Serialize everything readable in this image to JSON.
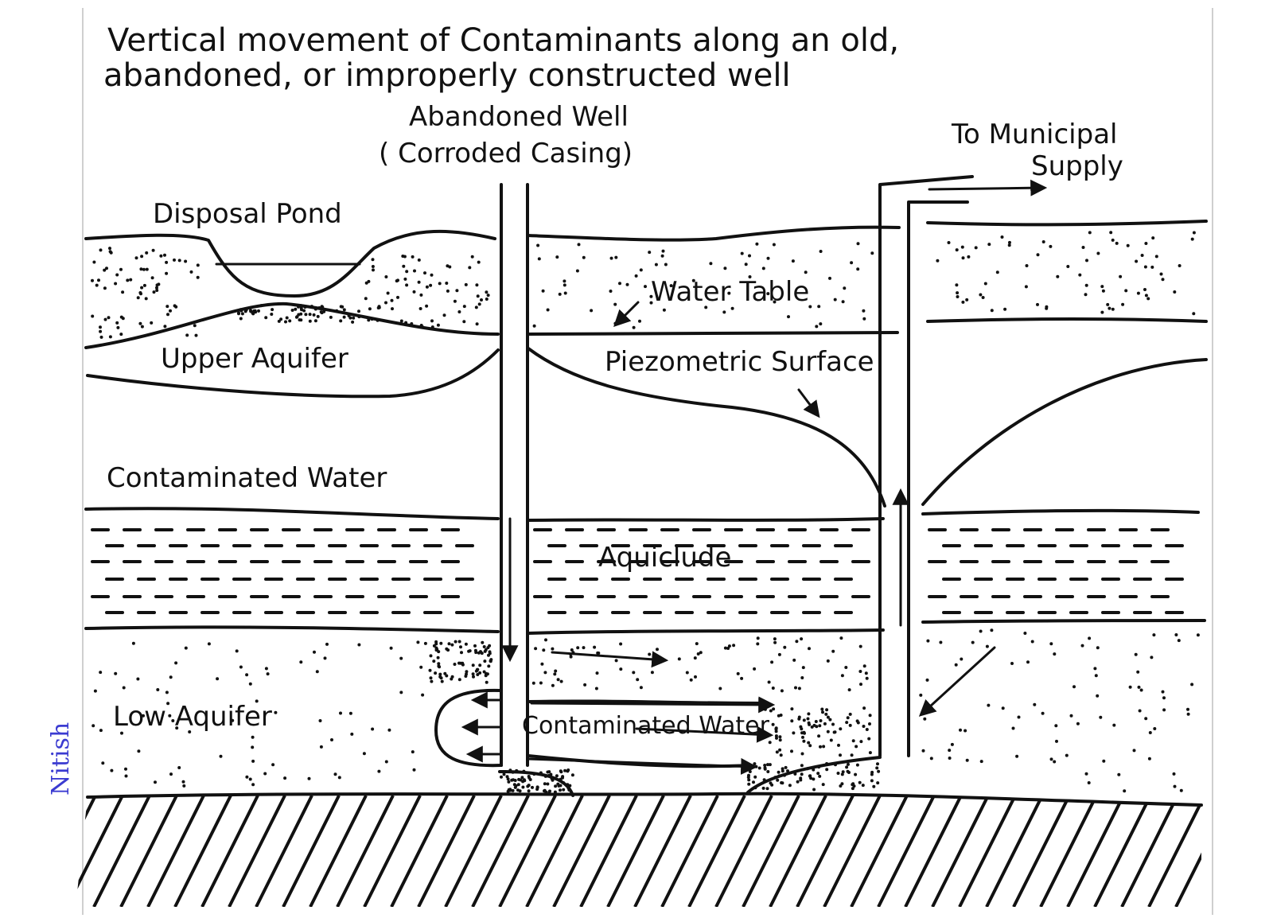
{
  "title": {
    "line1": "Vertical movement of Contaminants along an old,",
    "line2": "abandoned, or improperly constructed well"
  },
  "labels": {
    "abandoned_well": "Abandoned Well",
    "corroded_casing": "( Corroded Casing)",
    "municipal_line1": "To Municipal",
    "municipal_line2": "Supply",
    "disposal_pond": "Disposal Pond",
    "water_table": "Water Table",
    "upper_aquifer": "Upper Aquifer",
    "piezometric_surface": "Piezometric Surface",
    "contaminated_water_upper": "Contaminated Water",
    "aquiclude": "Aquiclude",
    "low_aquifer": "Low Aquifer",
    "contaminated_water_lower": "Contaminated Water"
  },
  "signature": "Nitish",
  "colors": {
    "ink": "#111111",
    "paper": "#ffffff",
    "signature_ink": "#3b3bd1"
  }
}
